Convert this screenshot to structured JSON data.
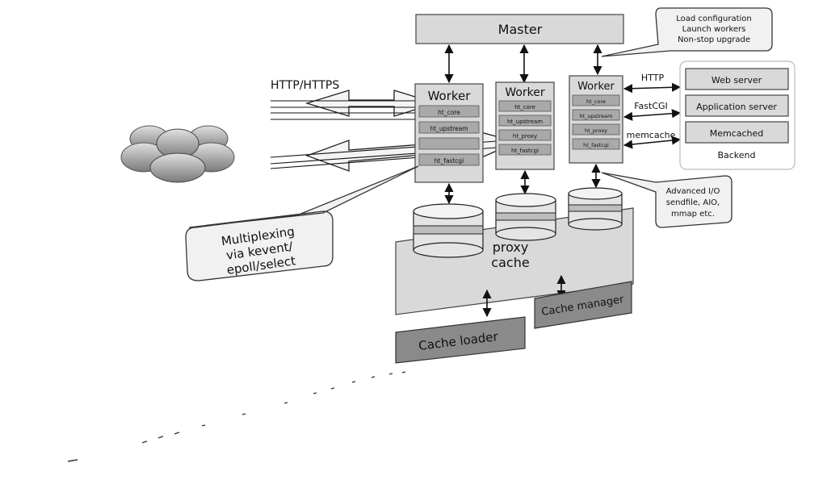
{
  "master": {
    "label": "Master"
  },
  "master_note": {
    "lines": [
      "Load configuration",
      "Launch workers",
      "Non-stop upgrade"
    ]
  },
  "protocol_label": "HTTP/HTTPS",
  "workers": [
    {
      "title": "Worker",
      "modules": [
        "ht_core",
        "ht_upstream",
        "",
        "ht_fastcgi"
      ]
    },
    {
      "title": "Worker",
      "modules": [
        "ht_core",
        "ht_upstream",
        "ht_proxy",
        "ht_fastcgi"
      ]
    },
    {
      "title": "Worker",
      "modules": [
        "ht_core",
        "ht_upstream",
        "ht_proxy",
        "ht_fastcgi"
      ]
    }
  ],
  "backend_links": [
    "HTTP",
    "FastCGI",
    "memcache"
  ],
  "backend": {
    "items": [
      "Web server",
      "Application server",
      "Memcached"
    ],
    "caption": "Backend"
  },
  "io_note": {
    "lines": [
      "Advanced I/O",
      "sendfile, AIO,",
      "mmap etc."
    ]
  },
  "multiplex_note": {
    "lines": [
      "Multiplexing",
      "via kevent/",
      "epoll/select"
    ]
  },
  "cache": {
    "lines": [
      "proxy",
      "cache"
    ]
  },
  "cache_loader": "Cache loader",
  "cache_manager": "Cache manager",
  "icons": {
    "clients": "users-group-icon"
  },
  "colors": {
    "light_box": "#d9d9d9",
    "dark_box": "#8a8a8a",
    "module": "#a9a9a9"
  }
}
